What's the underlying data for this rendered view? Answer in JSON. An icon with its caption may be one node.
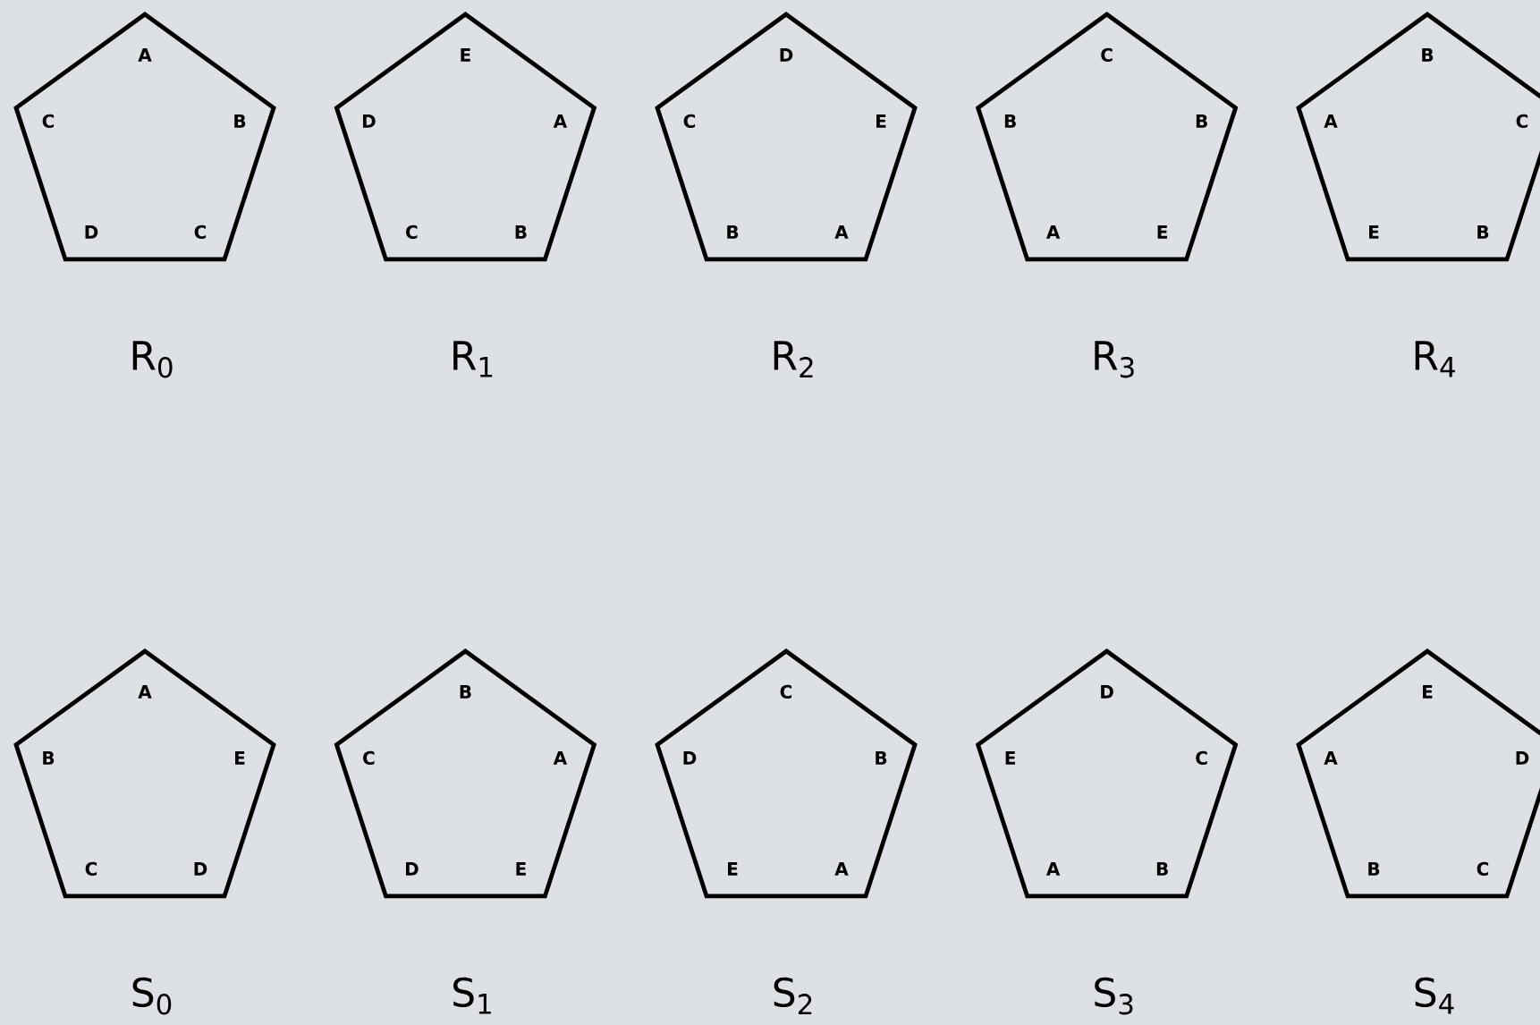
{
  "diagram": {
    "nodes": [
      {
        "text": [
          "A",
          "C",
          "B",
          "D",
          "C"
        ],
        "beside": [
          "R$_{0}$"
        ]
      },
      {
        "text": [
          "E",
          "D",
          "A",
          "C",
          "B"
        ],
        "beside": [
          "R$_{1}$"
        ]
      },
      {
        "text": [
          "D",
          "C",
          "E",
          "B",
          "A"
        ],
        "beside": [
          "R$_{2}$"
        ]
      },
      {
        "text": [
          "C",
          "B",
          "B",
          "A",
          "E"
        ],
        "beside": [
          "R$_{3}$"
        ]
      },
      {
        "text": [
          "B",
          "A",
          "C",
          "E",
          "B"
        ],
        "beside": [
          "R$_{4}$"
        ]
      },
      {
        "text": [
          "A",
          "B",
          "E",
          "C",
          "D"
        ],
        "beside": [
          "S$_{0}$"
        ]
      },
      {
        "text": [
          "B",
          "C",
          "A",
          "D",
          "E"
        ],
        "beside": [
          "S$_{1}$"
        ]
      },
      {
        "text": [
          "C",
          "D",
          "B",
          "E",
          "A"
        ],
        "beside": [
          "S$_{2}$"
        ]
      },
      {
        "text": [
          "D",
          "E",
          "C",
          "A",
          "B"
        ],
        "beside": [
          "S$_{3}$"
        ]
      },
      {
        "text": [
          "E",
          "A",
          "D",
          "B",
          "C"
        ],
        "beside": [
          "S$_{4}$"
        ]
      }
    ]
  }
}
